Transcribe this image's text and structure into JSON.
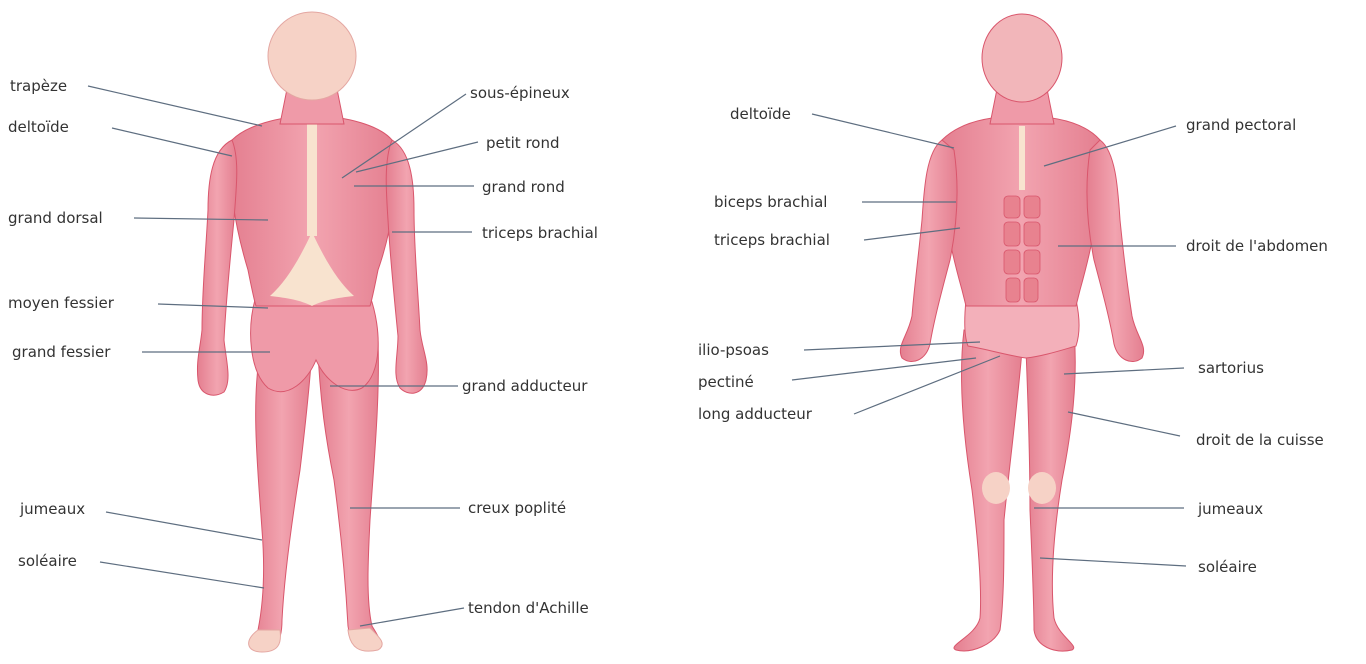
{
  "back_view": {
    "labels": {
      "trapeze": "trapèze",
      "deltoide": "deltoïde",
      "grand_dorsal": "grand dorsal",
      "moyen_fessier": "moyen fessier",
      "grand_fessier": "grand fessier",
      "jumeaux": "jumeaux",
      "soleaire": "soléaire",
      "sous_epineux": "sous-épineux",
      "petit_rond": "petit rond",
      "grand_rond": "grand rond",
      "triceps_brachial": "triceps brachial",
      "grand_adducteur": "grand adducteur",
      "creux_poplite": "creux poplité",
      "tendon_achille": "tendon d'Achille"
    }
  },
  "front_view": {
    "labels": {
      "deltoide": "deltoïde",
      "biceps_brachial": "biceps brachial",
      "triceps_brachial": "triceps brachial",
      "ilio_psoas": "ilio-psoas",
      "pectine": "pectiné",
      "long_adducteur": "long adducteur",
      "grand_pectoral": "grand pectoral",
      "droit_abdomen": "droit de l'abdomen",
      "sartorius": "sartorius",
      "droit_cuisse": "droit de la cuisse",
      "jumeaux": "jumeaux",
      "soleaire": "soléaire"
    }
  },
  "colors": {
    "muscle": "#ec8e9c",
    "muscle_dark": "#d9566c",
    "tendon": "#f8e3cf",
    "skin": "#f6d2c6",
    "leader_line": "#5e6e80",
    "text": "#333333"
  }
}
